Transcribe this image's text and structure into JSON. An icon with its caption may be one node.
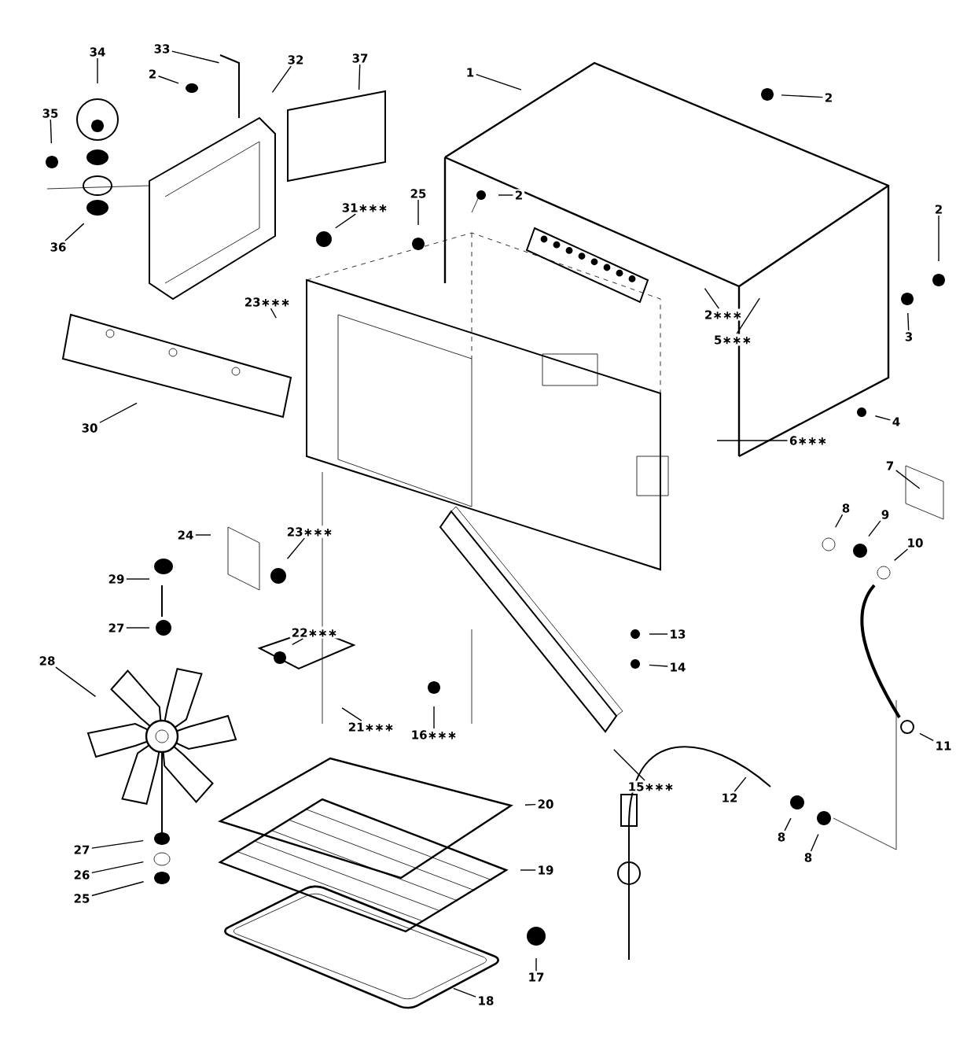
{
  "diagram": {
    "nodes": [
      {
        "text": [
          "33"
        ]
      },
      {
        "text": [
          "34"
        ]
      },
      {
        "text": [
          "32"
        ]
      },
      {
        "text": [
          "37"
        ]
      },
      {
        "text": [
          "1"
        ]
      },
      {
        "text": [
          "2"
        ]
      },
      {
        "text": [
          "2"
        ]
      },
      {
        "text": [
          "35"
        ]
      },
      {
        "text": [
          "2"
        ]
      },
      {
        "text": [
          "25"
        ]
      },
      {
        "text": [
          "31∗∗∗"
        ]
      },
      {
        "text": [
          "36"
        ]
      },
      {
        "text": [
          "2"
        ]
      },
      {
        "text": [
          "23∗∗∗"
        ]
      },
      {
        "text": [
          "2∗∗∗"
        ]
      },
      {
        "text": [
          "3"
        ]
      },
      {
        "text": [
          "5∗∗∗"
        ]
      },
      {
        "text": [
          "30"
        ]
      },
      {
        "text": [
          "6∗∗∗"
        ]
      },
      {
        "text": [
          "4"
        ]
      },
      {
        "text": [
          "7"
        ]
      },
      {
        "text": [
          "8"
        ]
      },
      {
        "text": [
          "9"
        ]
      },
      {
        "text": [
          "24"
        ]
      },
      {
        "text": [
          "23∗∗∗"
        ]
      },
      {
        "text": [
          "10"
        ]
      },
      {
        "text": [
          "29"
        ]
      },
      {
        "text": [
          "27"
        ]
      },
      {
        "text": [
          "22∗∗∗"
        ]
      },
      {
        "text": [
          "13"
        ]
      },
      {
        "text": [
          "28"
        ]
      },
      {
        "text": [
          "14"
        ]
      },
      {
        "text": [
          "21∗∗∗"
        ]
      },
      {
        "text": [
          "16∗∗∗"
        ]
      },
      {
        "text": [
          "11"
        ]
      },
      {
        "text": [
          "15∗∗∗"
        ]
      },
      {
        "text": [
          "12"
        ]
      },
      {
        "text": [
          "20"
        ]
      },
      {
        "text": [
          "8"
        ]
      },
      {
        "text": [
          "27"
        ]
      },
      {
        "text": [
          "8"
        ]
      },
      {
        "text": [
          "19"
        ]
      },
      {
        "text": [
          "26"
        ]
      },
      {
        "text": [
          "25"
        ]
      },
      {
        "text": [
          "17"
        ]
      },
      {
        "text": [
          "18"
        ]
      }
    ],
    "edges": [
      {
        "from": 0,
        "to": null,
        "arrow": "none"
      },
      {
        "from": 1,
        "to": null,
        "arrow": "none"
      },
      {
        "from": 2,
        "to": null,
        "arrow": "none"
      },
      {
        "from": 3,
        "to": null,
        "arrow": "none"
      },
      {
        "from": 4,
        "to": null,
        "arrow": "none"
      },
      {
        "from": 5,
        "to": null,
        "arrow": "none"
      },
      {
        "from": 6,
        "to": null,
        "arrow": "none"
      },
      {
        "from": 7,
        "to": null,
        "arrow": "none"
      },
      {
        "from": 8,
        "to": null,
        "arrow": "none"
      },
      {
        "from": 9,
        "to": null,
        "arrow": "none"
      },
      {
        "from": 10,
        "to": null,
        "arrow": "none"
      },
      {
        "from": 11,
        "to": null,
        "arrow": "none"
      },
      {
        "from": 12,
        "to": null,
        "arrow": "none"
      },
      {
        "from": 13,
        "to": null,
        "arrow": "none"
      },
      {
        "from": 14,
        "to": null,
        "arrow": "none"
      },
      {
        "from": 15,
        "to": null,
        "arrow": "none"
      },
      {
        "from": 16,
        "to": null,
        "arrow": "none"
      },
      {
        "from": 17,
        "to": null,
        "arrow": "none"
      },
      {
        "from": 18,
        "to": null,
        "arrow": "none"
      },
      {
        "from": 19,
        "to": null,
        "arrow": "none"
      },
      {
        "from": 20,
        "to": null,
        "arrow": "none"
      },
      {
        "from": 21,
        "to": null,
        "arrow": "none"
      },
      {
        "from": 22,
        "to": null,
        "arrow": "none"
      },
      {
        "from": 23,
        "to": null,
        "arrow": "none"
      },
      {
        "from": 24,
        "to": null,
        "arrow": "none"
      },
      {
        "from": 25,
        "to": null,
        "arrow": "none"
      },
      {
        "from": 26,
        "to": null,
        "arrow": "none"
      },
      {
        "from": 27,
        "to": null,
        "arrow": "none"
      },
      {
        "from": 28,
        "to": null,
        "arrow": "none"
      },
      {
        "from": 29,
        "to": null,
        "arrow": "none"
      },
      {
        "from": 30,
        "to": null,
        "arrow": "none"
      },
      {
        "from": 31,
        "to": null,
        "arrow": "none"
      },
      {
        "from": 32,
        "to": null,
        "arrow": "none"
      },
      {
        "from": 33,
        "to": null,
        "arrow": "none"
      },
      {
        "from": 34,
        "to": null,
        "arrow": "none"
      },
      {
        "from": 35,
        "to": null,
        "arrow": "none"
      },
      {
        "from": 36,
        "to": null,
        "arrow": "none"
      },
      {
        "from": 37,
        "to": null,
        "arrow": "none"
      },
      {
        "from": 38,
        "to": null,
        "arrow": "none"
      },
      {
        "from": 39,
        "to": null,
        "arrow": "none"
      },
      {
        "from": 40,
        "to": null,
        "arrow": "none"
      },
      {
        "from": 41,
        "to": null,
        "arrow": "none"
      },
      {
        "from": 42,
        "to": null,
        "arrow": "none"
      },
      {
        "from": 43,
        "to": null,
        "arrow": "none"
      },
      {
        "from": 44,
        "to": null,
        "arrow": "none"
      },
      {
        "from": 45,
        "to": null,
        "arrow": "none"
      }
    ]
  }
}
